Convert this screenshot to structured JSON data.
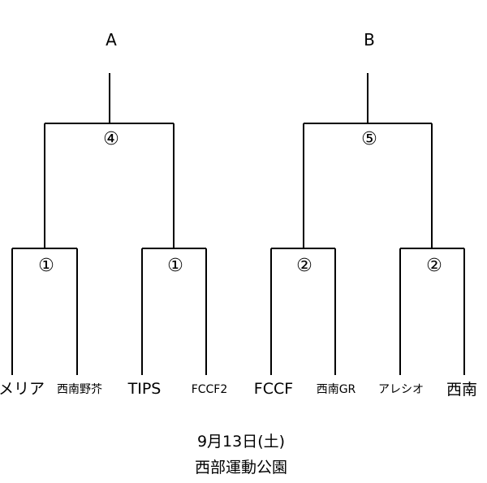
{
  "blocks": [
    {
      "label": "A",
      "final_match": "④",
      "matches": [
        "①",
        "①"
      ]
    },
    {
      "label": "B",
      "final_match": "⑤",
      "matches": [
        "②",
        "②"
      ]
    }
  ],
  "teams": [
    "メリア",
    "西南野芥",
    "TIPS",
    "FCCF2",
    "FCCF",
    "西南GR",
    "アレシオ",
    "西南"
  ],
  "footer": {
    "date": "9月13日(土)",
    "venue": "西部運動公園"
  }
}
